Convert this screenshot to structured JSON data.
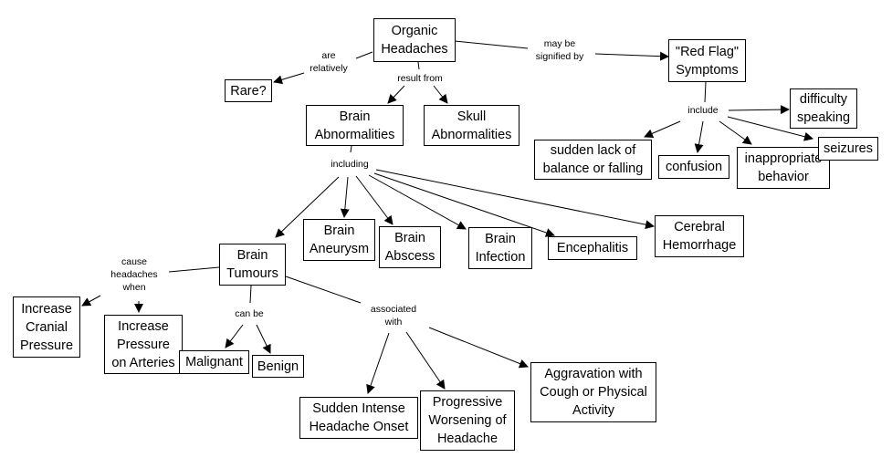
{
  "concepts": {
    "organic_headaches": "Organic\nHeadaches",
    "rare": "Rare?",
    "red_flag": "\"Red Flag\"\nSymptoms",
    "brain_abnormalities": "Brain\nAbnormalities",
    "skull_abnormalities": "Skull\nAbnormalities",
    "difficulty_speaking": "difficulty\nspeaking",
    "sudden_lack_balance": "sudden lack of\nbalance or falling",
    "confusion": "confusion",
    "inappropriate_behavior": "inappropriate\nbehavior",
    "seizures": "seizures",
    "brain_tumours": "Brain\nTumours",
    "brain_aneurysm": "Brain\nAneurysm",
    "brain_abscess": "Brain\nAbscess",
    "brain_infection": "Brain\nInfection",
    "encephalitis": "Encephalitis",
    "cerebral_hemorrhage": "Cerebral\nHemorrhage",
    "increase_cranial_pressure": "Increase\nCranial\nPressure",
    "increase_pressure_arteries": "Increase\nPressure\non Arteries",
    "malignant": "Malignant",
    "benign": "Benign",
    "sudden_intense_onset": "Sudden Intense\nHeadache Onset",
    "progressive_worsening": "Progressive\nWorsening of\nHeadache",
    "aggravation_cough": "Aggravation with\nCough or Physical\nActivity"
  },
  "link_labels": {
    "are_relatively": "are\nrelatively",
    "result_from": "result from",
    "may_be_signified_by": "may be\nsignified by",
    "include": "include",
    "including": "including",
    "cause_headaches_when": "cause\nheadaches\nwhen",
    "can_be": "can be",
    "associated_with": "associated\nwith"
  }
}
